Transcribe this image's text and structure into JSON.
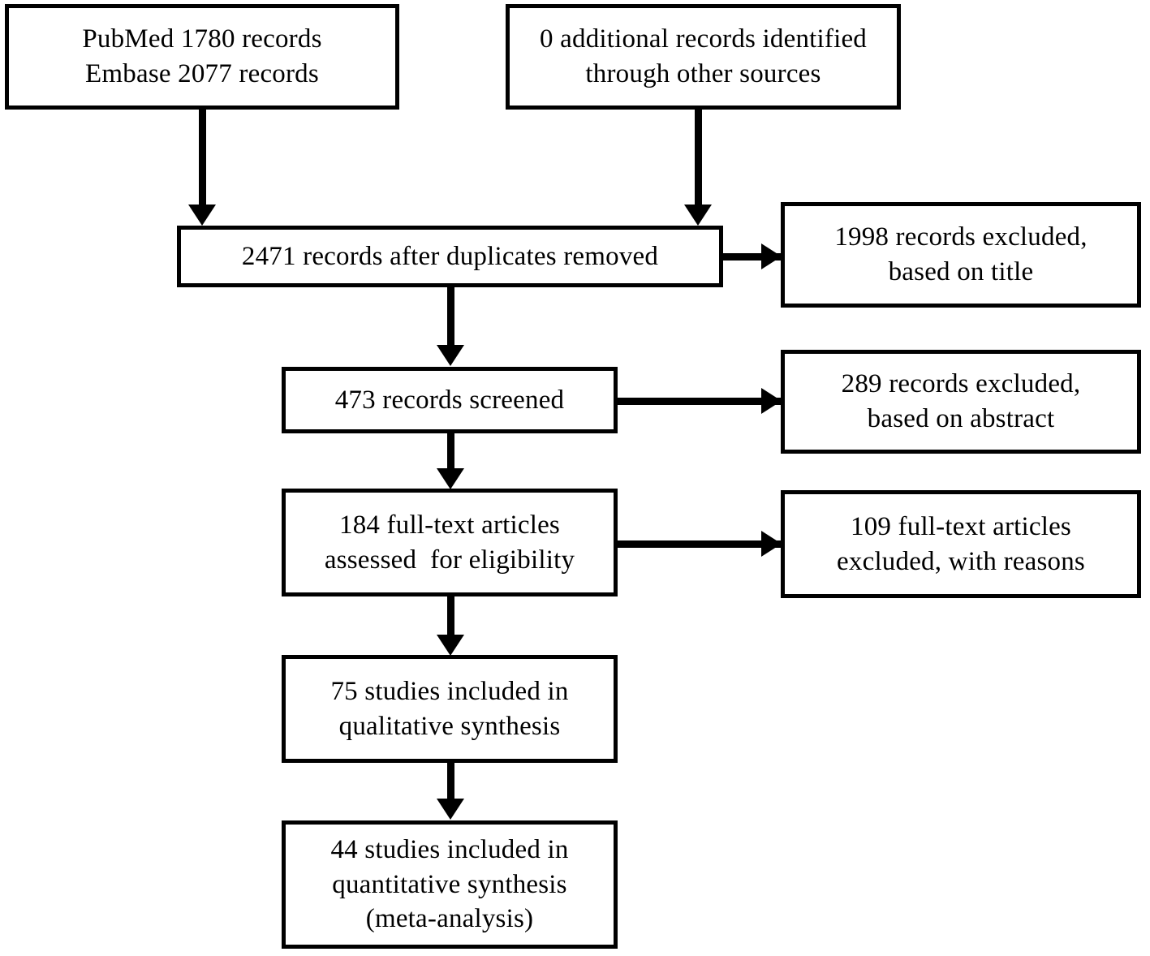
{
  "diagram": {
    "title": "PRISMA study selection flow diagram",
    "type": "flowchart",
    "background_color": "#ffffff",
    "line_color": "#000000",
    "text_color": "#000000"
  },
  "nodes": {
    "identification_databases": {
      "id": "box-pubmed",
      "lines": [
        "PubMed 1780 records",
        "Embase 2077 records"
      ],
      "sources": [
        {
          "database": "PubMed",
          "records": 1780
        },
        {
          "database": "Embase",
          "records": 2077
        }
      ]
    },
    "identification_other": {
      "id": "box-additional",
      "lines": [
        "0 additional records identified",
        "through other sources"
      ],
      "records": 0
    },
    "duplicates_removed": {
      "id": "box-dedup",
      "lines": [
        "2471 records after duplicates removed"
      ],
      "records": 2471
    },
    "excluded_title": {
      "id": "box-excl-title",
      "lines": [
        "1998 records excluded,",
        "based on title"
      ],
      "records": 1998
    },
    "screened": {
      "id": "box-screened",
      "lines": [
        "473 records screened"
      ],
      "records": 473
    },
    "excluded_abstract": {
      "id": "box-excl-abs",
      "lines": [
        "289 records excluded,",
        "based on abstract"
      ],
      "records": 289
    },
    "full_text_assessed": {
      "id": "box-fulltext",
      "lines": [
        "184 full-text articles",
        "assessed  for eligibility"
      ],
      "records": 184
    },
    "excluded_full_text": {
      "id": "box-excl-full",
      "lines": [
        "109 full-text articles",
        "excluded, with reasons"
      ],
      "records": 109
    },
    "qualitative_synthesis": {
      "id": "box-qualitative",
      "lines": [
        "75 studies included in",
        "qualitative synthesis"
      ],
      "records": 75
    },
    "quantitative_synthesis": {
      "id": "box-quantitative",
      "lines": [
        "44 studies included in",
        "quantitative synthesis",
        "(meta-analysis)"
      ],
      "records": 44
    }
  },
  "connectors": [
    {
      "name": "databases-to-dedup",
      "from": "identification_databases",
      "to": "duplicates_removed",
      "direction": "down"
    },
    {
      "name": "other-to-dedup",
      "from": "identification_other",
      "to": "duplicates_removed",
      "direction": "down"
    },
    {
      "name": "dedup-to-screened",
      "from": "duplicates_removed",
      "to": "screened",
      "direction": "down"
    },
    {
      "name": "dedup-to-excluded-title",
      "from": "duplicates_removed",
      "to": "excluded_title",
      "direction": "right"
    },
    {
      "name": "screened-to-fulltext",
      "from": "screened",
      "to": "full_text_assessed",
      "direction": "down"
    },
    {
      "name": "screened-to-excluded-abstract",
      "from": "screened",
      "to": "excluded_abstract",
      "direction": "right"
    },
    {
      "name": "fulltext-to-qualitative",
      "from": "full_text_assessed",
      "to": "qualitative_synthesis",
      "direction": "down"
    },
    {
      "name": "fulltext-to-excluded-fulltext",
      "from": "full_text_assessed",
      "to": "excluded_full_text",
      "direction": "right"
    },
    {
      "name": "qualitative-to-quantitative",
      "from": "qualitative_synthesis",
      "to": "quantitative_synthesis",
      "direction": "down"
    }
  ]
}
